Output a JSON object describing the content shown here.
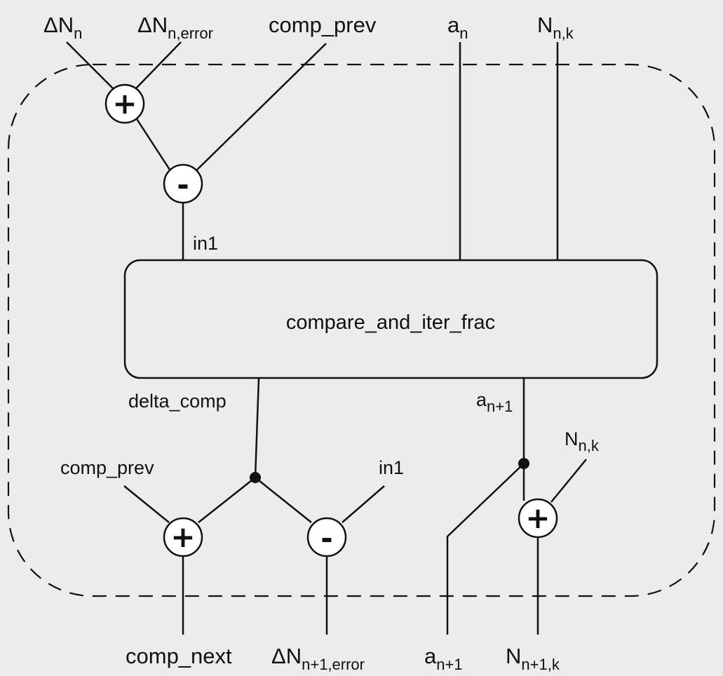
{
  "inputs": {
    "delta_n": {
      "base": "ΔN",
      "sub": "n"
    },
    "delta_n_error": {
      "base": "ΔN",
      "sub": "n,error"
    },
    "comp_prev": "comp_prev",
    "a_n": {
      "base": "a",
      "sub": "n"
    },
    "n_nk": {
      "base": "N",
      "sub": "n,k"
    }
  },
  "block": {
    "label": "compare_and_iter_frac"
  },
  "wire_labels": {
    "in1_top": "in1",
    "delta_comp": "delta_comp",
    "a_n_plus_1": {
      "base": "a",
      "sub": "n+1"
    },
    "comp_prev_bottom": "comp_prev",
    "in1_bottom": "in1",
    "n_nk_bottom": {
      "base": "N",
      "sub": "n,k"
    }
  },
  "operators": {
    "plus": "+",
    "minus": "-"
  },
  "outputs": {
    "comp_next": "comp_next",
    "delta_n_next_error": {
      "base": "ΔN",
      "sub": "n+1,error"
    },
    "a_n_plus_1": {
      "base": "a",
      "sub": "n+1"
    },
    "n_next_k": {
      "base": "N",
      "sub": "n+1,k"
    }
  }
}
